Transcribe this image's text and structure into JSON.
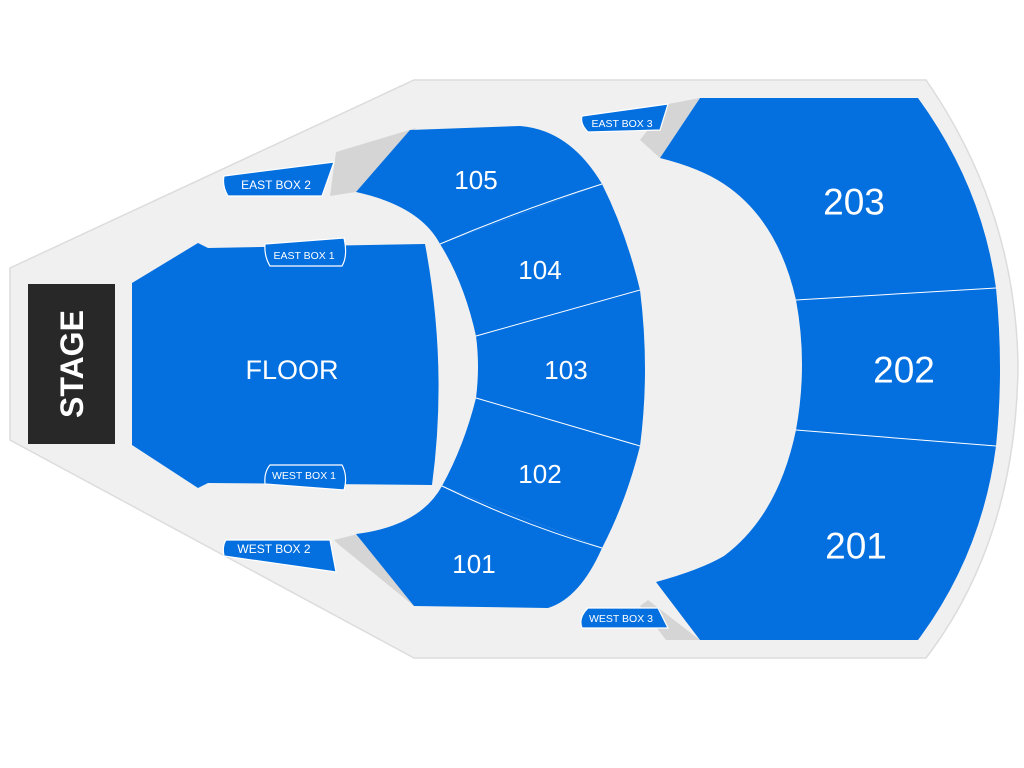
{
  "venue_map": {
    "colors": {
      "background": "#ffffff",
      "venue_floor": "#f0f0f0",
      "venue_outline": "#dcdcdc",
      "seat_section": "#046fdf",
      "seat_section_hover": "#0a5cc0",
      "stage": "#282828"
    },
    "stage": {
      "label": "STAGE"
    },
    "floor": {
      "label": "FLOOR"
    },
    "sections": {
      "s101": "101",
      "s102": "102",
      "s103": "103",
      "s104": "104",
      "s105": "105",
      "s201": "201",
      "s202": "202",
      "s203": "203"
    },
    "boxes": {
      "east_box_1": "EAST BOX 1",
      "east_box_2": "EAST BOX 2",
      "east_box_3": "EAST BOX 3",
      "west_box_1": "WEST BOX 1",
      "west_box_2": "WEST BOX 2",
      "west_box_3": "WEST BOX 3"
    }
  }
}
